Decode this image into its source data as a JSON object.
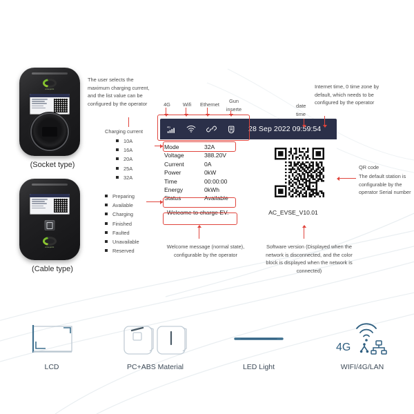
{
  "products": [
    {
      "label": "(Socket type)",
      "type": "socket"
    },
    {
      "label": "(Cable type)",
      "type": "cable"
    }
  ],
  "annotations": {
    "current_note": "The user selects the maximum charging current, and the list value can be configured by the operator",
    "charging_current_title": "Charging current",
    "time_note": "Internet time, 0 time zone by default, which needs to be configured by the operator",
    "date_label": "date",
    "time_label": "time",
    "qr_note_title": "QR code",
    "qr_note_body": "The default station is configurable by the operator Serial number",
    "welcome_note": "Welcome message (normal state), configurable by the operator",
    "version_note": "Software version (Displayed when the network is disconnected, and the color block is displayed when the network is connected)"
  },
  "icon_labels": [
    "4G",
    "Wifi",
    "Ethernet",
    "Gun inserte"
  ],
  "charging_current_options": [
    "10A",
    "16A",
    "20A",
    "25A",
    "32A"
  ],
  "status_options": [
    "Preparing",
    "Available",
    "Charging",
    "Finished",
    "Faulted",
    "Unavailable",
    "Reserved"
  ],
  "display": {
    "datetime": "28 Sep 2022 09:59:54",
    "status_icons": [
      "signal-4g-icon",
      "wifi-icon",
      "ethernet-link-icon",
      "gun-insert-icon"
    ],
    "parameters": [
      {
        "key": "Mode",
        "value": "32A"
      },
      {
        "key": "Voltage",
        "value": "388.20V"
      },
      {
        "key": "Current",
        "value": "0A"
      },
      {
        "key": "Power",
        "value": "0kW"
      },
      {
        "key": "Time",
        "value": "00:00:00"
      },
      {
        "key": "Energy",
        "value": "0kWh"
      },
      {
        "key": "Status",
        "value": "Available"
      }
    ],
    "welcome_message": "Welcome to charge EV.",
    "software_version": "AC_EVSE_V10.01",
    "qr_alt": "qr-code"
  },
  "features": [
    {
      "caption": "LCD",
      "icon": "lcd-icon"
    },
    {
      "caption": "PC+ABS Material",
      "icon": "enclosure-icon"
    },
    {
      "caption": "LED Light",
      "icon": "led-bar-icon"
    },
    {
      "caption": "WIFI/4G/LAN",
      "icon": "connectivity-icon"
    }
  ],
  "colors": {
    "accent_red": "#e0443c",
    "display_bar": "#2b3049",
    "feature_blue": "#3d6f8e",
    "logo_green": "#8cc63f"
  }
}
